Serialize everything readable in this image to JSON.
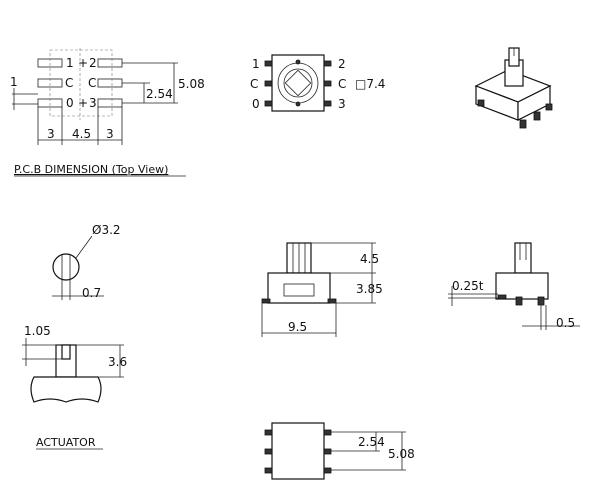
{
  "pcb": {
    "left_labels": [
      "1",
      "C",
      "0"
    ],
    "right_labels": [
      "2",
      "C",
      "3"
    ],
    "dim_pin_width": "1",
    "dim_pitch_2_54": "2.54",
    "dim_total_5_08": "5.08",
    "dim_bottom_left": "3",
    "dim_bottom_mid": "4.5",
    "dim_bottom_right": "3",
    "caption": "P.C.B DIMENSION (Top View)"
  },
  "top_view": {
    "left_labels": [
      "1",
      "C",
      "0"
    ],
    "right_labels": [
      "2",
      "C",
      "3"
    ],
    "square_dim": "□7.4"
  },
  "actuator": {
    "diameter": "Ø3.2",
    "slot_width": "0.7",
    "head_width": "1.05",
    "shaft_height": "3.6",
    "caption": "ACTUATOR"
  },
  "front_view": {
    "shaft_height": "4.5",
    "body_height": "3.85",
    "body_width": "9.5"
  },
  "side_view": {
    "terminal_thickness": "0.25t",
    "terminal_offset": "0.5"
  },
  "bottom_view": {
    "pitch": "2.54",
    "total": "5.08"
  }
}
